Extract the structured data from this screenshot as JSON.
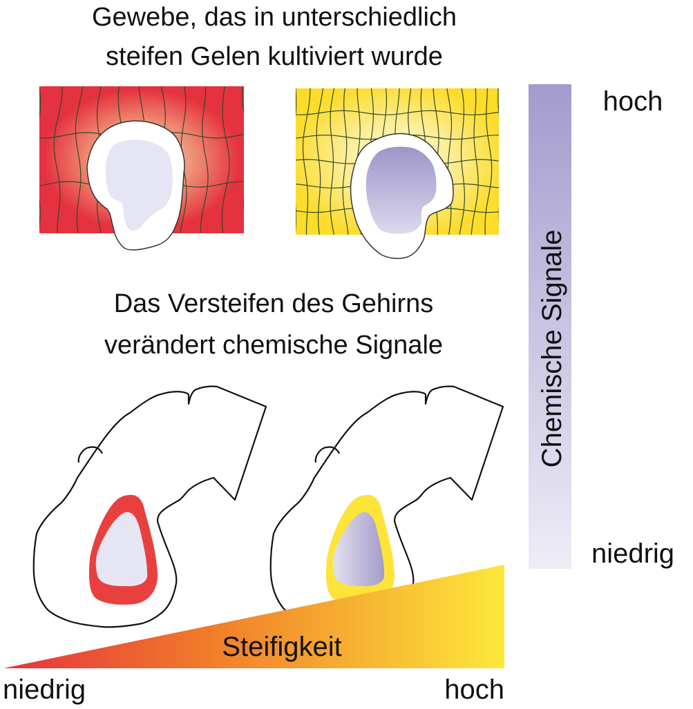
{
  "top_title": {
    "line1": "Gewebe, das in unterschiedlich",
    "line2": "steifen Gelen kultiviert wurde"
  },
  "mid_title": {
    "line1": "Das Versteifen des Gehirns",
    "line2": "verändert chemische Signale"
  },
  "stiffness_axis": {
    "label": "Steifigkeit",
    "low": "niedrig",
    "high": "hoch"
  },
  "signal_axis": {
    "label": "Chemische Signale",
    "low": "niedrig",
    "high": "hoch"
  },
  "colors": {
    "soft": "#e5323f",
    "stiff": "#fde02a",
    "signal_high": "#a29bcd",
    "signal_low": "#eceaf5",
    "grid": "#2f4a2a"
  }
}
